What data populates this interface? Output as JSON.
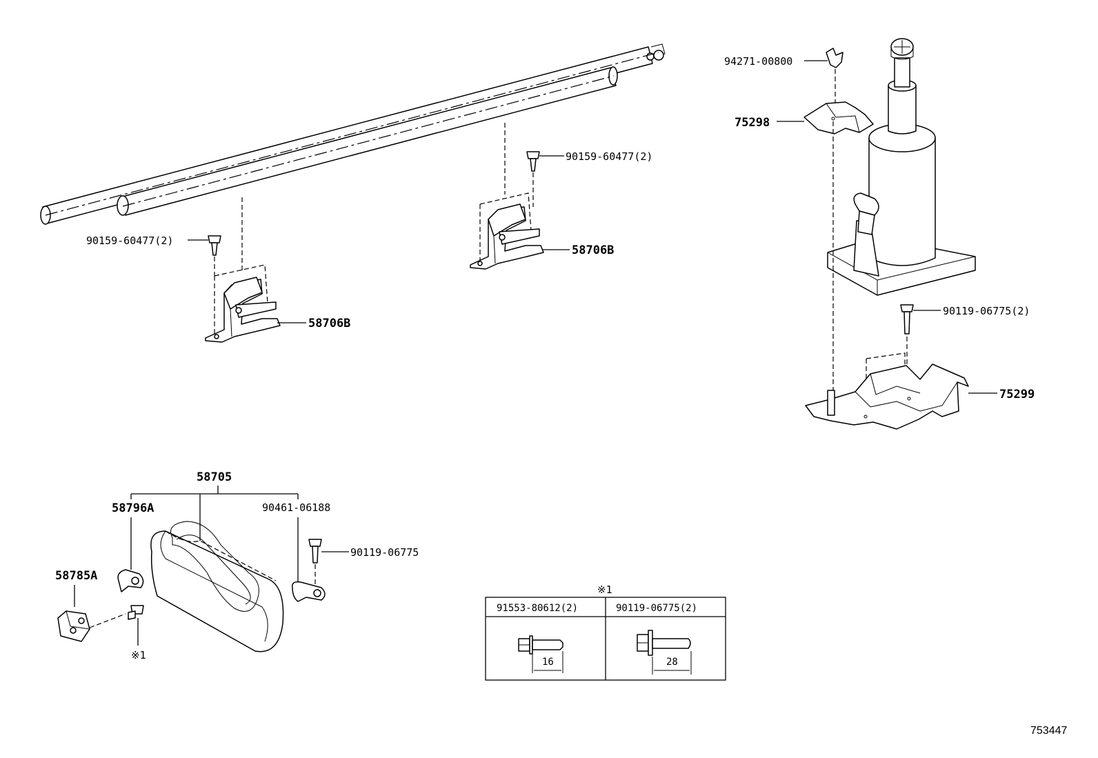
{
  "labels": {
    "p94271": "94271-00800",
    "p75298": "75298",
    "p90159_right": "90159-60477(2)",
    "p90159_left": "90159-60477(2)",
    "p58706b_right": "58706B",
    "p58706b_left": "58706B",
    "p90119_jack": "90119-06775(2)",
    "p75299": "75299",
    "p58705": "58705",
    "p58796a": "58796A",
    "p90461": "90461-06188",
    "p90119_bag": "90119-06775",
    "p58785a": "58785A",
    "note_marker_bolt": "※1",
    "drawing_no": "753447"
  },
  "legend_table": {
    "marker": "※1",
    "columns": [
      {
        "part": "91553-80612(2)",
        "length": "16"
      },
      {
        "part": "90119-06775(2)",
        "length": "28"
      }
    ]
  }
}
